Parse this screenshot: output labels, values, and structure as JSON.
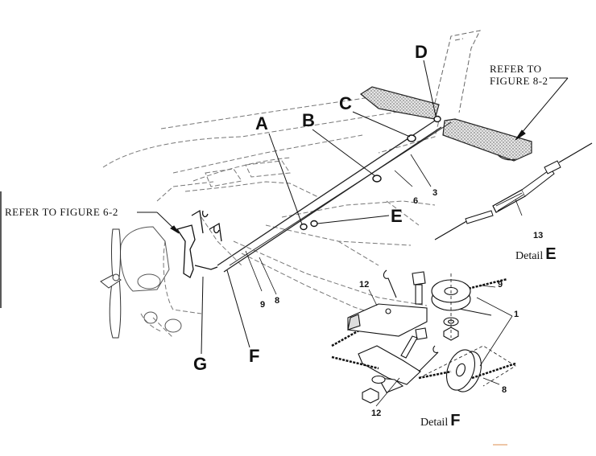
{
  "callouts": {
    "a": "A",
    "b": "B",
    "c": "C",
    "d": "D",
    "e": "E",
    "f": "F",
    "g": "G"
  },
  "references": {
    "figure_8_2_line1": "REFER TO",
    "figure_8_2_line2": "FIGURE 8-2",
    "figure_6_2": "REFER TO FIGURE 6-2"
  },
  "details": {
    "e_word": "Detail",
    "e_letter": "E",
    "f_word": "Detail",
    "f_letter": "F"
  },
  "part_numbers": {
    "p3": "3",
    "p6": "6",
    "p8_fuselage": "8",
    "p9_fuselage": "9",
    "p13": "13",
    "p12_top": "12",
    "p9_detail": "9",
    "p1": "1",
    "p8_detail": "8",
    "p12_bottom": "12"
  }
}
